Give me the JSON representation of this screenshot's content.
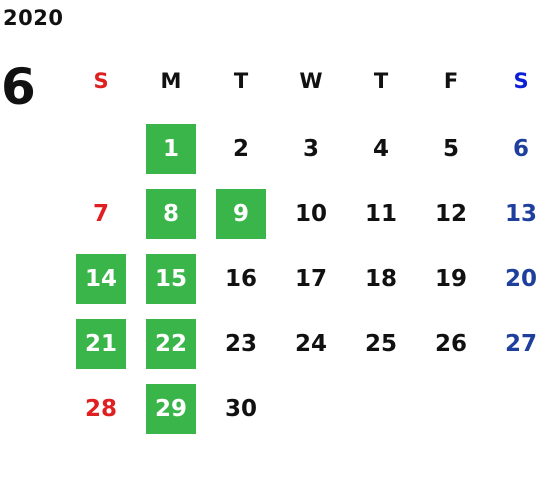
{
  "year": "2020",
  "month": "6",
  "colors": {
    "sunday_header": "#e02020",
    "saturday_header": "#0a1fd6",
    "sunday_date": "#e02020",
    "saturday_date": "#1f3f9c",
    "weekday": "#111111",
    "highlight_bg": "#3ab54a",
    "highlight_text": "#ffffff"
  },
  "weekdays": [
    "S",
    "M",
    "T",
    "W",
    "T",
    "F",
    "S"
  ],
  "weeks": [
    [
      "",
      "1",
      "2",
      "3",
      "4",
      "5",
      "6"
    ],
    [
      "7",
      "8",
      "9",
      "10",
      "11",
      "12",
      "13"
    ],
    [
      "14",
      "15",
      "16",
      "17",
      "18",
      "19",
      "20"
    ],
    [
      "21",
      "22",
      "23",
      "24",
      "25",
      "26",
      "27"
    ],
    [
      "28",
      "29",
      "30",
      "",
      "",
      "",
      ""
    ]
  ],
  "highlighted_dates": [
    "1",
    "8",
    "9",
    "14",
    "15",
    "21",
    "22",
    "29"
  ]
}
